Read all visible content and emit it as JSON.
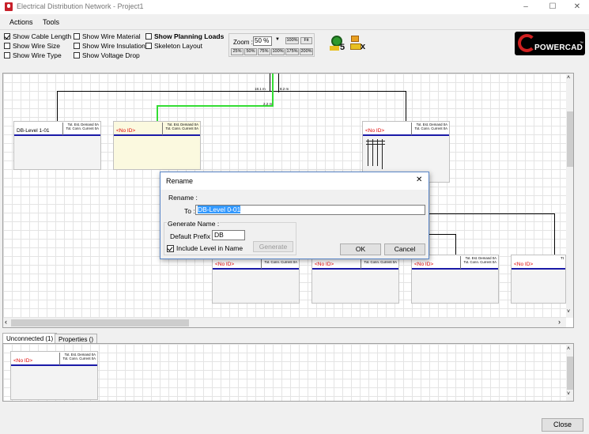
{
  "window": {
    "title": "Electrical Distribution Network - Project1",
    "minimize": "–",
    "maximize": "☐",
    "close": "✕"
  },
  "menu": {
    "items": [
      "Actions",
      "Tools"
    ]
  },
  "toolbar": {
    "checkboxes": [
      {
        "label": "Show Cable Length",
        "checked": true
      },
      {
        "label": "Show Wire Size",
        "checked": false
      },
      {
        "label": "Show Wire Type",
        "checked": false
      },
      {
        "label": "Show Wire Material",
        "checked": false
      },
      {
        "label": "Show Wire Insulation",
        "checked": false
      },
      {
        "label": "Show Voltage Drop",
        "checked": false
      },
      {
        "label": "Show Planning Loads",
        "checked": false
      },
      {
        "label": "Skeleton Layout",
        "checked": false
      }
    ],
    "zoom_label": "Zoom :",
    "zoom_value": "50 %",
    "zoom_buttons_top": [
      "100%",
      "Fit"
    ],
    "zoom_buttons_bottom": [
      "25%",
      "50%",
      "75%",
      "100%",
      "175%",
      "200%"
    ],
    "tool1_badge": "5",
    "tool2_badge": "x",
    "logo_text": "POWERCAD",
    "logo_tm": "™"
  },
  "diagram": {
    "cable_lengths": [
      "18.1 m",
      "8.2 m",
      "2.2 m"
    ],
    "boards": [
      {
        "id": "DB-Level 1-01",
        "red": false
      },
      {
        "id": "<No ID>",
        "red": true
      },
      {
        "id": "<No ID>",
        "red": true
      },
      {
        "id": "<No ID>",
        "red": true
      },
      {
        "id": "<No ID>",
        "red": true
      },
      {
        "id": "<No ID>",
        "red": true
      },
      {
        "id": "<No ID>",
        "red": true
      }
    ],
    "demand_line1": "Tot. Est. Demand 0A",
    "demand_line2": "Tot. Conn. Current 0A",
    "partial_label": "Tt"
  },
  "dialog": {
    "title": "Rename",
    "rename_label": "Rename :",
    "rename_value": "",
    "to_label": "To :",
    "to_value": "DB-Level 0-01",
    "generate_group_label": "Generate Name :",
    "prefix_label": "Default Prefix :",
    "prefix_value": "DB",
    "generate_button": "Generate",
    "include_level_label": "Include Level in Name",
    "include_level_checked": true,
    "ok_button": "OK",
    "cancel_button": "Cancel"
  },
  "bottom": {
    "tabs": [
      "Unconnected (1)",
      "Properties ()"
    ],
    "board": {
      "id": "<No ID>"
    }
  },
  "close_button": "Close"
}
